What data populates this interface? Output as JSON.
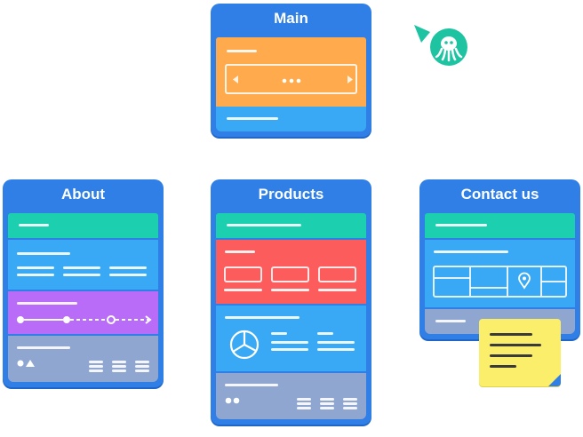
{
  "cards": {
    "main": {
      "title": "Main"
    },
    "about": {
      "title": "About"
    },
    "products": {
      "title": "Products"
    },
    "contact": {
      "title": "Contact us"
    }
  },
  "colors": {
    "card_blue": "#2f7fe6",
    "section_blue": "#3aa9f5",
    "teal": "#1ccfae",
    "orange": "#ffab4d",
    "red": "#fd5c5c",
    "purple": "#b86cf7",
    "gray": "#8fa6d0",
    "note_yellow": "#fbee6a",
    "mascot_teal": "#1ec4a2"
  },
  "icons": {
    "mascot": "octopus-mascot-icon",
    "note": "sticky-note-icon",
    "map_pin": "map-pin-icon",
    "pie": "pie-chart-icon"
  }
}
